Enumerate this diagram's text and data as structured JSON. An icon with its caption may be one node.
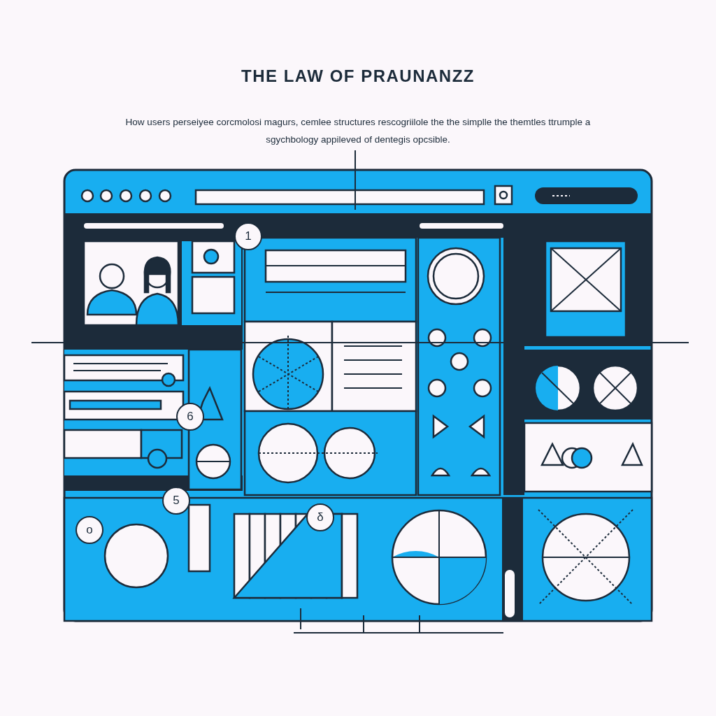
{
  "diagram": {
    "title": "THE LAW OF PRAUNANZZ",
    "caption": "How users perseiyee corcmolosi magurs, cemlee structures rescogriilole the the simplle the themtles ttrumple a sgychbology appileved of dentegis opcsible.",
    "labels": [
      "1",
      "6",
      "5",
      "δ",
      "o"
    ]
  }
}
